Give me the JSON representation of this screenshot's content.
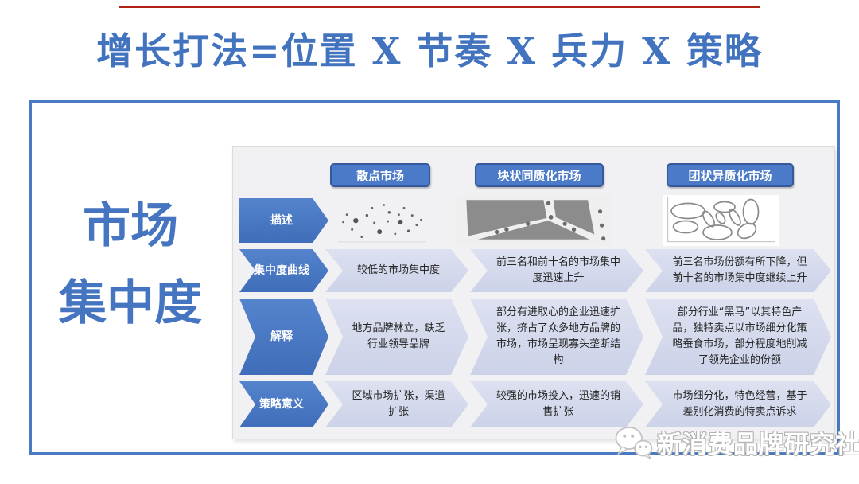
{
  "page": {
    "title": "增长打法=位置 X 节奏 X 兵力 X 策略",
    "side_label_line1": "市场",
    "side_label_line2": "集中度",
    "watermark": "新消费品牌研究社"
  },
  "colors": {
    "accent_blue": "#4b7ac8",
    "title_blue": "#4273bf",
    "header_border_blue": "#35599b",
    "cell_fill": "#d5daec",
    "panel_bg": "#f1f1f3",
    "outer_border_blue": "#4a7ac2",
    "top_line_red": "#b02418",
    "diagram_gray": "#8c8c8c"
  },
  "icons": {
    "watermark_icon": "wechat-icon",
    "row1_col1": "scatter-dots",
    "row1_col2": "block-map",
    "row1_col3": "cluster-ellipses"
  },
  "table": {
    "columns": [
      {
        "header": "散点市场"
      },
      {
        "header": "块状同质化市场"
      },
      {
        "header": "团状异质化市场"
      }
    ],
    "rows": [
      {
        "label": "描述",
        "cells": [
          "scatter-dots",
          "block-map",
          "cluster-ellipses"
        ]
      },
      {
        "label": "集中度曲线",
        "cells": [
          "较低的市场集中度",
          "前三名和前十名的市场集中度迅速上升",
          "前三名市场份额有所下降，但前十名的市场集中度继续上升"
        ]
      },
      {
        "label": "解释",
        "cells": [
          "地方品牌林立，缺乏行业领导品牌",
          "部分有进取心的企业迅速扩张，挤占了众多地方品牌的市场，市场呈现寡头垄断结构",
          "部分行业“黑马”以其特色产品，独特卖点以市场细分化策略蚕食市场，部分程度地削减了领先企业的份额"
        ]
      },
      {
        "label": "策略意义",
        "cells": [
          "区域市场扩张，渠道扩张",
          "较强的市场投入，迅速的销售扩张",
          "市场细分化，特色经营，基于差别化消费的特卖点诉求"
        ]
      }
    ]
  }
}
